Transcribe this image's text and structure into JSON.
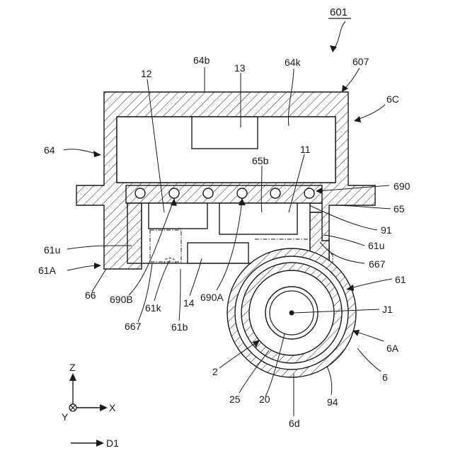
{
  "labels": {
    "fig": "601",
    "l607": "607",
    "l64b": "64b",
    "l13": "13",
    "l64k": "64k",
    "l12": "12",
    "l6C": "6C",
    "l64": "64",
    "l65b": "65b",
    "l11": "11",
    "l690": "690",
    "l65": "65",
    "l91": "91",
    "l61u_left": "61u",
    "l61u_right": "61u",
    "l667_right": "667",
    "l61A": "61A",
    "l61": "61",
    "l66": "66",
    "l690B": "690B",
    "l61k": "61k",
    "l14": "14",
    "l690A": "690A",
    "lJ1": "J1",
    "l667_bottom": "667",
    "l61b": "61b",
    "l6A": "6A",
    "l2": "2",
    "l6": "6",
    "l25": "25",
    "l20": "20",
    "l94": "94",
    "l6d": "6d",
    "axis_z": "Z",
    "axis_x": "X",
    "axis_y": "Y",
    "axis_d1": "D1"
  }
}
